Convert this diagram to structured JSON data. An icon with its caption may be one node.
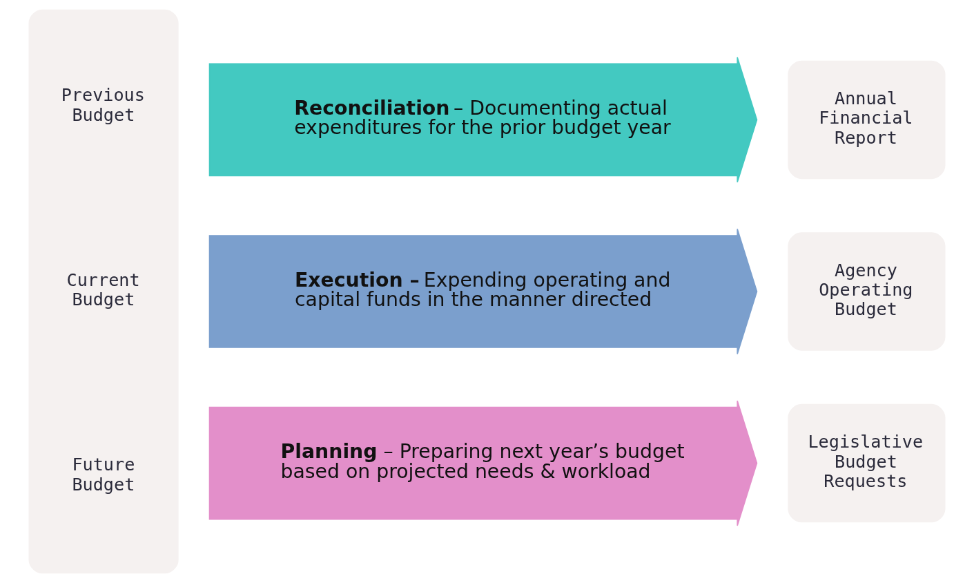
{
  "diagram": {
    "nodes": [
      {
        "text": [
          "Previous Budget",
          "Current Budget",
          "Future Budget"
        ]
      },
      {
        "text": [
          "**Reconciliation** – Documenting actual expenditures for the prior budget year"
        ]
      },
      {
        "text": [
          "Annual Financial Report"
        ]
      },
      {
        "text": [
          "**Execution –** Expending operating and capital funds in the manner directed"
        ]
      },
      {
        "text": [
          "Agency Operating Budget"
        ]
      },
      {
        "text": [
          "**Planning** – Preparing next year’s budget based on projected needs & workload"
        ]
      },
      {
        "text": [
          "Legislative Budget Requests"
        ]
      }
    ]
  }
}
